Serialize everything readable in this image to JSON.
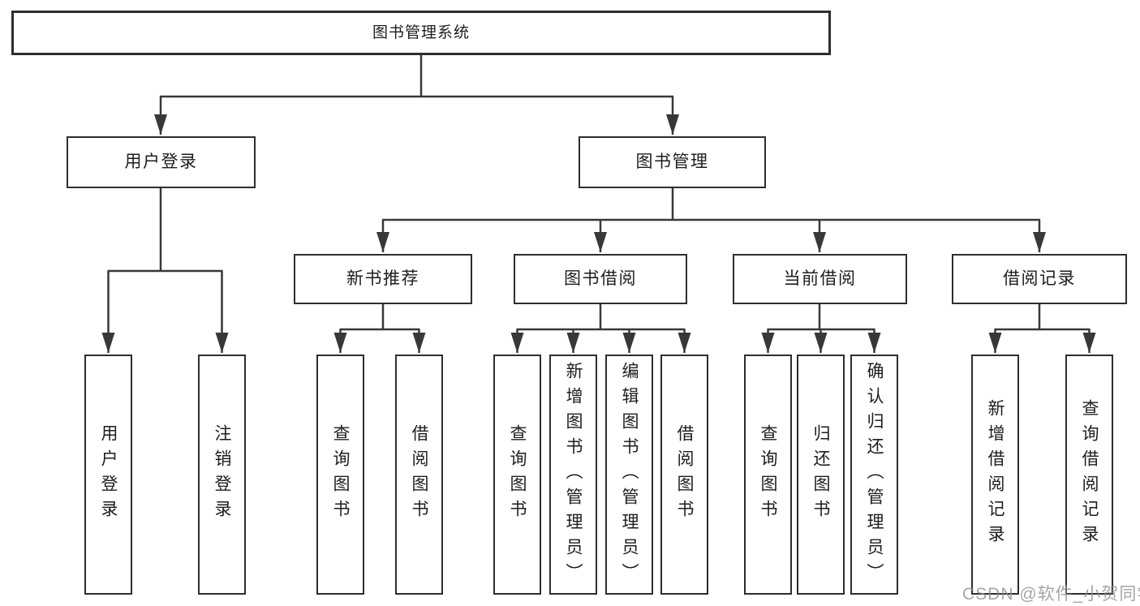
{
  "colors": {
    "background": "#ffffff",
    "line": "#383838",
    "box_border": "#2e2e2e",
    "text": "#1d1d1d",
    "watermark": "#8f8f8fcc"
  },
  "watermark": "CSDN @软件_小贺同学",
  "tree": {
    "label": "图书管理系统",
    "children": [
      {
        "label": "用户登录",
        "children": [
          {
            "label": "用户登录"
          },
          {
            "label": "注销登录"
          }
        ]
      },
      {
        "label": "图书管理",
        "children": [
          {
            "label": "新书推荐",
            "children": [
              {
                "label": "查询图书"
              },
              {
                "label": "借阅图书"
              }
            ]
          },
          {
            "label": "图书借阅",
            "children": [
              {
                "label": "查询图书"
              },
              {
                "label": "新增图书（管理员）"
              },
              {
                "label": "编辑图书（管理员）"
              },
              {
                "label": "借阅图书"
              }
            ]
          },
          {
            "label": "当前借阅",
            "children": [
              {
                "label": "查询图书"
              },
              {
                "label": "归还图书"
              },
              {
                "label": "确认归还（管理员）"
              }
            ]
          },
          {
            "label": "借阅记录",
            "children": [
              {
                "label": "新增借阅记录"
              },
              {
                "label": "查询借阅记录"
              }
            ]
          }
        ]
      }
    ]
  }
}
